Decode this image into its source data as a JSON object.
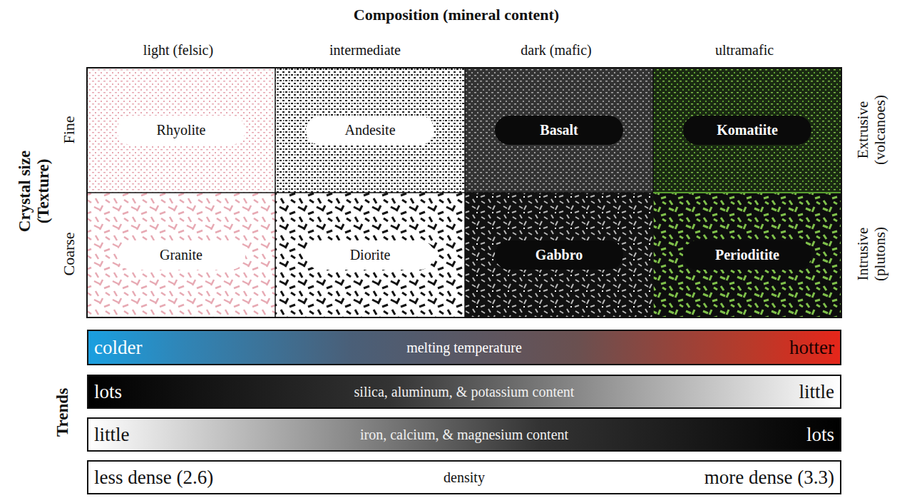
{
  "diagram": {
    "title": "Composition (mineral content)",
    "nodes": [
      {
        "text": [
          "Rhyolite"
        ]
      },
      {
        "text": [
          "Andesite"
        ]
      },
      {
        "text": [
          "Basalt"
        ]
      },
      {
        "text": [
          "Komatiite"
        ]
      },
      {
        "text": [
          "Granite"
        ]
      },
      {
        "text": [
          "Diorite"
        ]
      },
      {
        "text": [
          "Gabbro"
        ]
      },
      {
        "text": [
          "Perioditite"
        ]
      },
      {
        "text": [
          "colder",
          "melting temperature",
          "hotter"
        ]
      },
      {
        "text": [
          "lots",
          "silica, aluminum, & potassium content",
          "little"
        ]
      },
      {
        "text": [
          "little",
          "iron, calcium, & magnesium content",
          "lots"
        ]
      },
      {
        "text": [
          "less dense (2.6)",
          "density",
          "more dense (3.3)"
        ]
      }
    ],
    "edges": [],
    "labels": [
      "light (felsic)",
      "intermediate",
      "dark (mafic)",
      "ultramafic",
      "Crystal size (Texture)",
      "Fine",
      "Coarse",
      "Extrusive (volcanoes)",
      "Intrusive (plutons)",
      "Trends"
    ]
  }
}
